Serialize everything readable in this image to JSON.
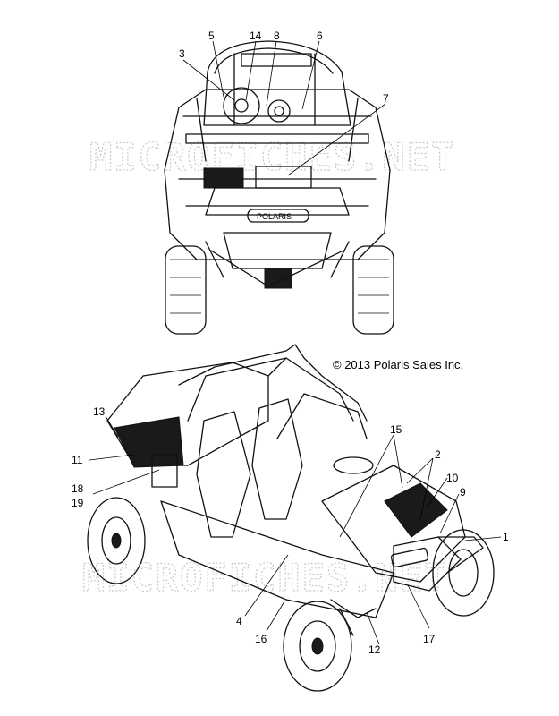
{
  "copyright": "© 2013 Polaris Sales Inc.",
  "watermark": "MICROFICHES.NET",
  "brand_badge": "POLARIS",
  "top_view_callouts": [
    "5",
    "14",
    "8",
    "6",
    "3",
    "7"
  ],
  "iso_view_callouts": [
    "13",
    "11",
    "18",
    "19",
    "15",
    "2",
    "10",
    "9",
    "1",
    "4",
    "16",
    "12",
    "17"
  ]
}
